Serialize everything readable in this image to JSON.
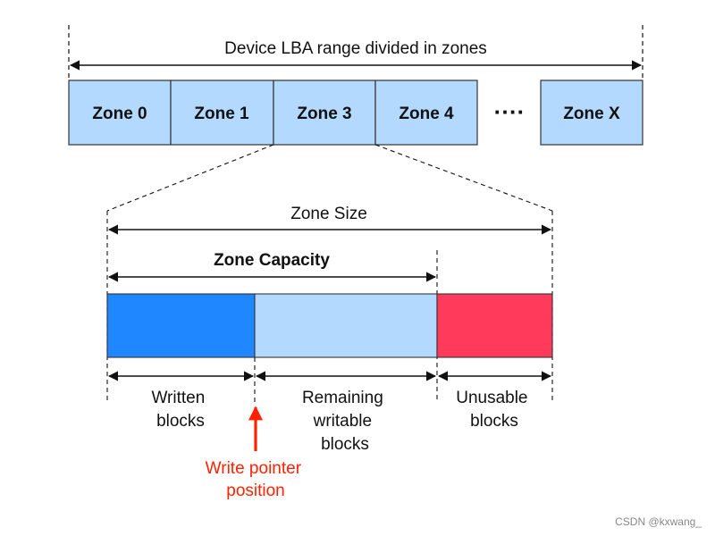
{
  "lba_range_label": "Device LBA range divided in zones",
  "zones": [
    "Zone 0",
    "Zone 1",
    "Zone 3",
    "Zone 4",
    "Zone X"
  ],
  "ellipsis": "····",
  "zone_size_label": "Zone Size",
  "zone_capacity_label": "Zone Capacity",
  "segments": {
    "written": [
      "Written",
      "blocks"
    ],
    "remaining": [
      "Remaining",
      "writable",
      "blocks"
    ],
    "unusable": [
      "Unusable",
      "blocks"
    ]
  },
  "write_pointer": [
    "Write pointer",
    "position"
  ],
  "watermark": "CSDN @kxwang_",
  "colors": {
    "zone_fill": "#b3d9ff",
    "written": "#1f87ff",
    "remaining": "#b3d9ff",
    "unusable": "#ff3a5a",
    "write_pointer": "#ff2200"
  }
}
